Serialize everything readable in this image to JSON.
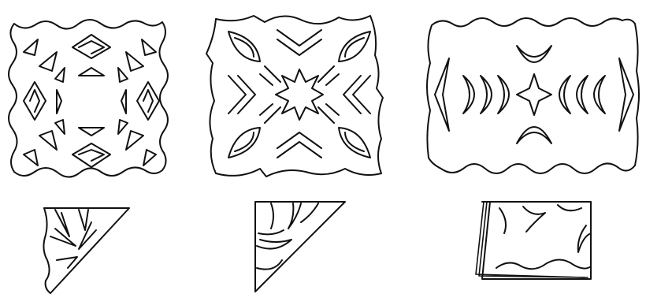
{
  "figure": {
    "description_free": true,
    "ink_color": "#111111",
    "background": "#ffffff",
    "panels": [
      {
        "id": "square-snowflake",
        "unfolded_shape": "square",
        "folded_shape": "triangle"
      },
      {
        "id": "square-star",
        "unfolded_shape": "square",
        "folded_shape": "triangle"
      },
      {
        "id": "rectangle-border",
        "unfolded_shape": "rectangle",
        "folded_shape": "stacked-rectangle"
      }
    ]
  }
}
